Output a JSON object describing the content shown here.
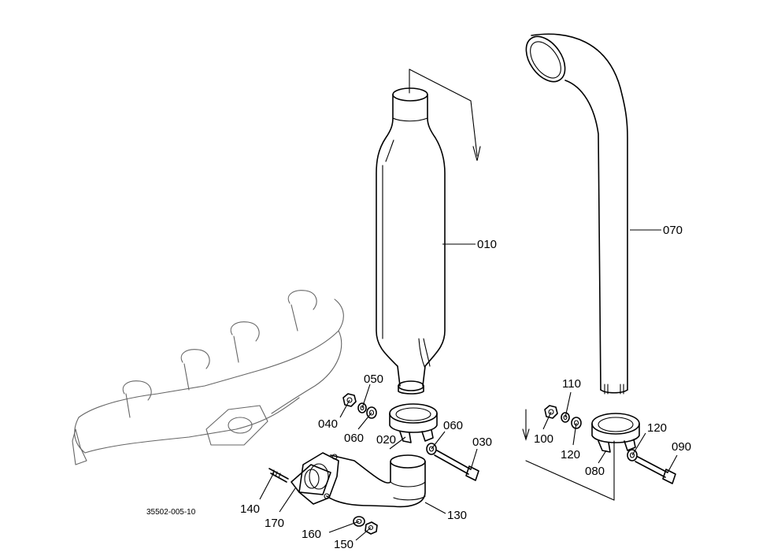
{
  "drawing_code": "35502-005-10",
  "callouts": {
    "c010": "010",
    "c020": "020",
    "c030": "030",
    "c040": "040",
    "c050": "050",
    "c060a": "060",
    "c060b": "060",
    "c070": "070",
    "c080": "080",
    "c090": "090",
    "c100": "100",
    "c110": "110",
    "c120a": "120",
    "c120b": "120",
    "c130": "130",
    "c140": "140",
    "c150": "150",
    "c160": "160",
    "c170": "170"
  }
}
